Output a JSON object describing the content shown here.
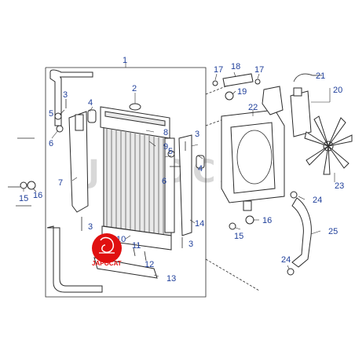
{
  "diagram": {
    "callouts": [
      {
        "id": "c1",
        "text": "1"
      },
      {
        "id": "c2",
        "text": "2"
      },
      {
        "id": "c3a",
        "text": "3"
      },
      {
        "id": "c3b",
        "text": "3"
      },
      {
        "id": "c3c",
        "text": "3"
      },
      {
        "id": "c3d",
        "text": "3"
      },
      {
        "id": "c4a",
        "text": "4"
      },
      {
        "id": "c4b",
        "text": "4"
      },
      {
        "id": "c5a",
        "text": "5"
      },
      {
        "id": "c5b",
        "text": "5"
      },
      {
        "id": "c6a",
        "text": "6"
      },
      {
        "id": "c6b",
        "text": "6"
      },
      {
        "id": "c7",
        "text": "7"
      },
      {
        "id": "c8",
        "text": "8"
      },
      {
        "id": "c9",
        "text": "9"
      },
      {
        "id": "c10",
        "text": "10"
      },
      {
        "id": "c11",
        "text": "11"
      },
      {
        "id": "c12",
        "text": "12"
      },
      {
        "id": "c13",
        "text": "13"
      },
      {
        "id": "c14",
        "text": "14"
      },
      {
        "id": "c15a",
        "text": "15"
      },
      {
        "id": "c15b",
        "text": "15"
      },
      {
        "id": "c16a",
        "text": "16"
      },
      {
        "id": "c16b",
        "text": "16"
      },
      {
        "id": "c17a",
        "text": "17"
      },
      {
        "id": "c17b",
        "text": "17"
      },
      {
        "id": "c18",
        "text": "18"
      },
      {
        "id": "c19",
        "text": "19"
      },
      {
        "id": "c20",
        "text": "20"
      },
      {
        "id": "c21",
        "text": "21"
      },
      {
        "id": "c22",
        "text": "22"
      },
      {
        "id": "c23",
        "text": "23"
      },
      {
        "id": "c24a",
        "text": "24"
      },
      {
        "id": "c24b",
        "text": "24"
      },
      {
        "id": "c25",
        "text": "25"
      }
    ],
    "watermark": "JAPOCAT",
    "logo_text": "JAPOCAT",
    "colors": {
      "callout": "#1f3f9a",
      "logo": "#e01010",
      "line": "#2a2a2a",
      "watermark": "#d8d8d8"
    }
  }
}
